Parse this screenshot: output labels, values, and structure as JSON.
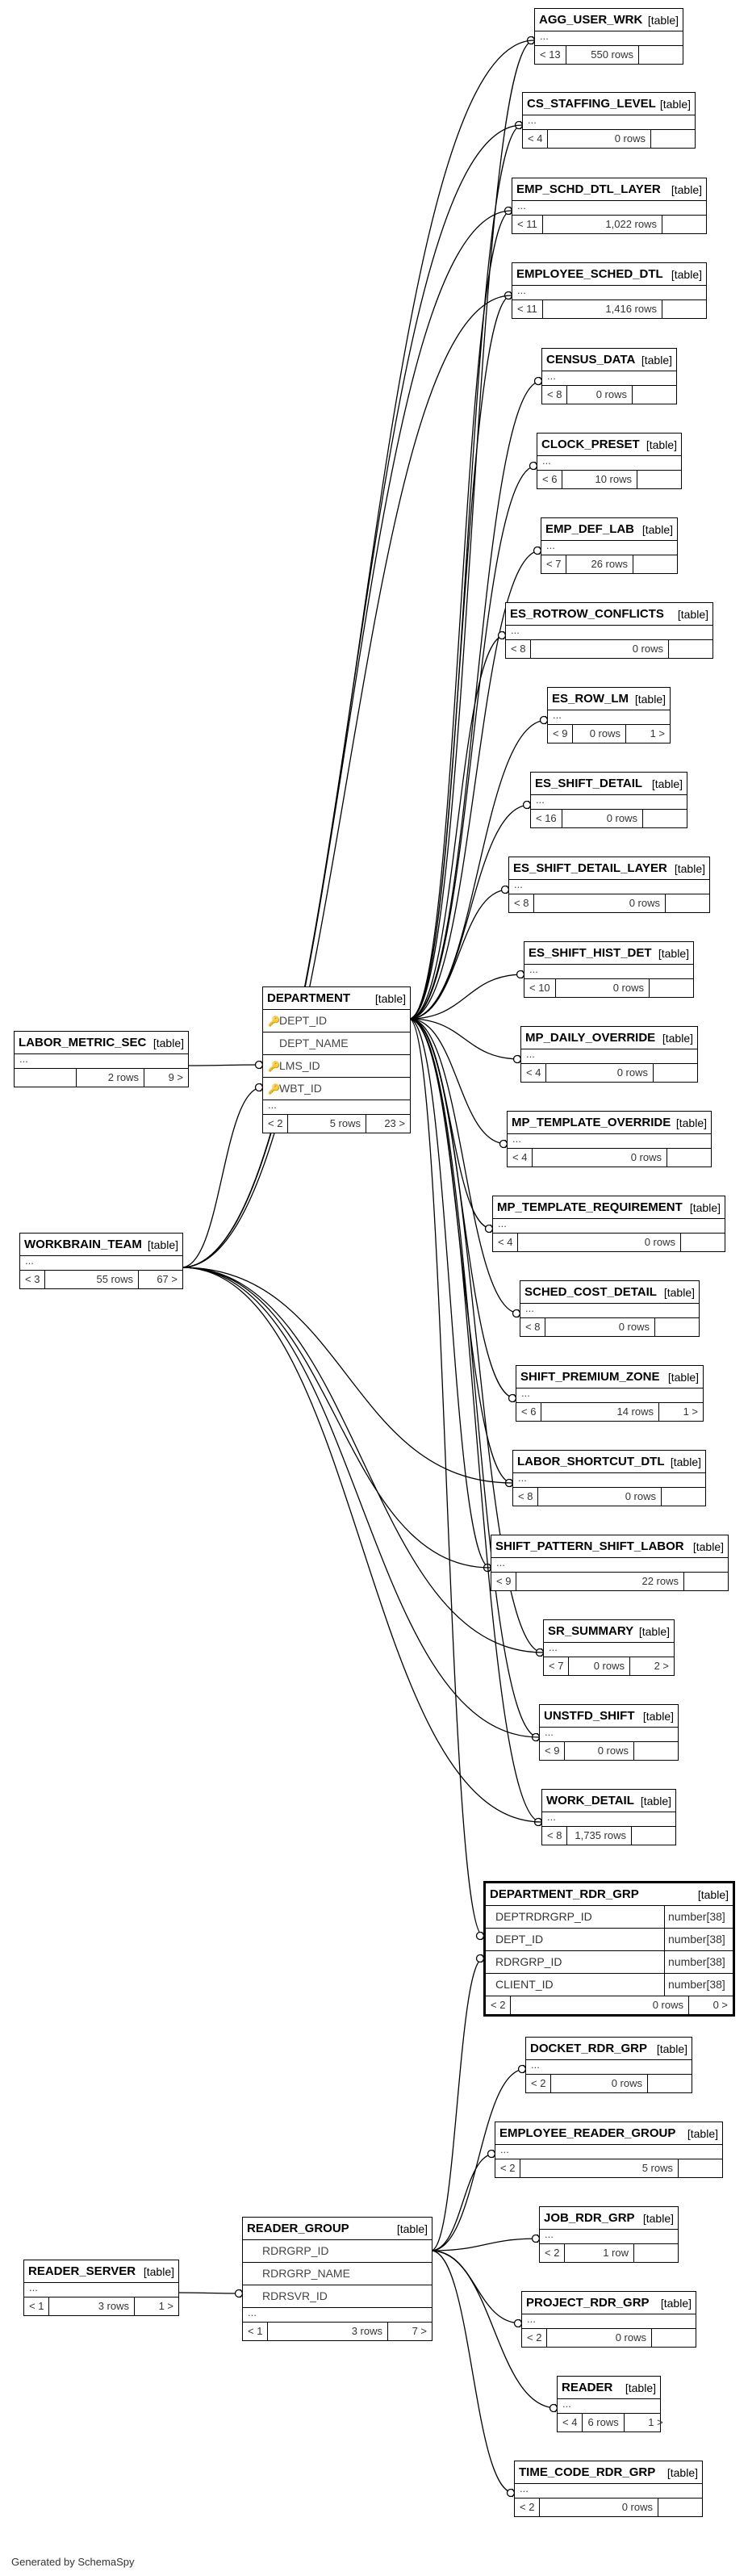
{
  "diagram": {
    "credit": "Generated by SchemaSpy",
    "tables": {
      "agg_user_wrk": {
        "name": "AGG_USER_WRK",
        "kind": "[table]",
        "dots": "...",
        "parents": "< 13",
        "rows": "550 rows",
        "children": ""
      },
      "cs_staffing_level": {
        "name": "CS_STAFFING_LEVEL",
        "kind": "[table]",
        "dots": "...",
        "parents": "< 4",
        "rows": "0 rows",
        "children": ""
      },
      "emp_schd_dtl_layer": {
        "name": "EMP_SCHD_DTL_LAYER",
        "kind": "[table]",
        "dots": "...",
        "parents": "< 11",
        "rows": "1,022 rows",
        "children": ""
      },
      "employee_sched_dtl": {
        "name": "EMPLOYEE_SCHED_DTL",
        "kind": "[table]",
        "dots": "...",
        "parents": "< 11",
        "rows": "1,416 rows",
        "children": ""
      },
      "census_data": {
        "name": "CENSUS_DATA",
        "kind": "[table]",
        "dots": "...",
        "parents": "< 8",
        "rows": "0 rows",
        "children": ""
      },
      "clock_preset": {
        "name": "CLOCK_PRESET",
        "kind": "[table]",
        "dots": "...",
        "parents": "< 6",
        "rows": "10 rows",
        "children": ""
      },
      "emp_def_lab": {
        "name": "EMP_DEF_LAB",
        "kind": "[table]",
        "dots": "...",
        "parents": "< 7",
        "rows": "26 rows",
        "children": ""
      },
      "es_rotrow_conflicts": {
        "name": "ES_ROTROW_CONFLICTS",
        "kind": "[table]",
        "dots": "...",
        "parents": "< 8",
        "rows": "0 rows",
        "children": ""
      },
      "es_row_lm": {
        "name": "ES_ROW_LM",
        "kind": "[table]",
        "dots": "...",
        "parents": "< 9",
        "rows": "0 rows",
        "children": "1 >"
      },
      "es_shift_detail": {
        "name": "ES_SHIFT_DETAIL",
        "kind": "[table]",
        "dots": "...",
        "parents": "< 16",
        "rows": "0 rows",
        "children": ""
      },
      "es_shift_detail_layer": {
        "name": "ES_SHIFT_DETAIL_LAYER",
        "kind": "[table]",
        "dots": "...",
        "parents": "< 8",
        "rows": "0 rows",
        "children": ""
      },
      "es_shift_hist_det": {
        "name": "ES_SHIFT_HIST_DET",
        "kind": "[table]",
        "dots": "...",
        "parents": "< 10",
        "rows": "0 rows",
        "children": ""
      },
      "mp_daily_override": {
        "name": "MP_DAILY_OVERRIDE",
        "kind": "[table]",
        "dots": "...",
        "parents": "< 4",
        "rows": "0 rows",
        "children": ""
      },
      "mp_template_override": {
        "name": "MP_TEMPLATE_OVERRIDE",
        "kind": "[table]",
        "dots": "...",
        "parents": "< 4",
        "rows": "0 rows",
        "children": ""
      },
      "mp_template_requirement": {
        "name": "MP_TEMPLATE_REQUIREMENT",
        "kind": "[table]",
        "dots": "...",
        "parents": "< 4",
        "rows": "0 rows",
        "children": ""
      },
      "sched_cost_detail": {
        "name": "SCHED_COST_DETAIL",
        "kind": "[table]",
        "dots": "...",
        "parents": "< 8",
        "rows": "0 rows",
        "children": ""
      },
      "shift_premium_zone": {
        "name": "SHIFT_PREMIUM_ZONE",
        "kind": "[table]",
        "dots": "...",
        "parents": "< 6",
        "rows": "14 rows",
        "children": "1 >"
      },
      "labor_shortcut_dtl": {
        "name": "LABOR_SHORTCUT_DTL",
        "kind": "[table]",
        "dots": "...",
        "parents": "< 8",
        "rows": "0 rows",
        "children": ""
      },
      "shift_pattern_shift_labor": {
        "name": "SHIFT_PATTERN_SHIFT_LABOR",
        "kind": "[table]",
        "dots": "...",
        "parents": "< 9",
        "rows": "22 rows",
        "children": ""
      },
      "sr_summary": {
        "name": "SR_SUMMARY",
        "kind": "[table]",
        "dots": "...",
        "parents": "< 7",
        "rows": "0 rows",
        "children": "2 >"
      },
      "unstfd_shift": {
        "name": "UNSTFD_SHIFT",
        "kind": "[table]",
        "dots": "...",
        "parents": "< 9",
        "rows": "0 rows",
        "children": ""
      },
      "work_detail": {
        "name": "WORK_DETAIL",
        "kind": "[table]",
        "dots": "...",
        "parents": "< 8",
        "rows": "1,735 rows",
        "children": ""
      },
      "docket_rdr_grp": {
        "name": "DOCKET_RDR_GRP",
        "kind": "[table]",
        "dots": "...",
        "parents": "< 2",
        "rows": "0 rows",
        "children": ""
      },
      "employee_reader_group": {
        "name": "EMPLOYEE_READER_GROUP",
        "kind": "[table]",
        "dots": "...",
        "parents": "< 2",
        "rows": "5 rows",
        "children": ""
      },
      "job_rdr_grp": {
        "name": "JOB_RDR_GRP",
        "kind": "[table]",
        "dots": "...",
        "parents": "< 2",
        "rows": "1 row",
        "children": ""
      },
      "project_rdr_grp": {
        "name": "PROJECT_RDR_GRP",
        "kind": "[table]",
        "dots": "...",
        "parents": "< 2",
        "rows": "0 rows",
        "children": ""
      },
      "reader": {
        "name": "READER",
        "kind": "[table]",
        "dots": "...",
        "parents": "< 4",
        "rows": "6 rows",
        "children": "1 >"
      },
      "time_code_rdr_grp": {
        "name": "TIME_CODE_RDR_GRP",
        "kind": "[table]",
        "dots": "...",
        "parents": "< 2",
        "rows": "0 rows",
        "children": ""
      },
      "labor_metric_sec": {
        "name": "LABOR_METRIC_SEC",
        "kind": "[table]",
        "dots": "...",
        "parents": "",
        "rows": "2 rows",
        "children": "9 >"
      },
      "workbrain_team": {
        "name": "WORKBRAIN_TEAM",
        "kind": "[table]",
        "dots": "...",
        "parents": "< 3",
        "rows": "55 rows",
        "children": "67 >"
      },
      "reader_server": {
        "name": "READER_SERVER",
        "kind": "[table]",
        "dots": "...",
        "parents": "< 1",
        "rows": "3 rows",
        "children": "1 >"
      }
    },
    "department": {
      "name": "DEPARTMENT",
      "kind": "[table]",
      "columns": [
        {
          "name": "DEPT_ID",
          "key": "pk"
        },
        {
          "name": "DEPT_NAME",
          "key": ""
        },
        {
          "name": "LMS_ID",
          "key": "fk"
        },
        {
          "name": "WBT_ID",
          "key": "fk"
        }
      ],
      "dots": "...",
      "parents": "< 2",
      "rows": "5 rows",
      "children": "23 >"
    },
    "reader_group": {
      "name": "READER_GROUP",
      "kind": "[table]",
      "columns": [
        {
          "name": "RDRGRP_ID"
        },
        {
          "name": "RDRGRP_NAME"
        },
        {
          "name": "RDRSVR_ID"
        }
      ],
      "dots": "...",
      "parents": "< 1",
      "rows": "3 rows",
      "children": "7 >"
    },
    "department_rdr_grp": {
      "name": "DEPARTMENT_RDR_GRP",
      "kind": "[table]",
      "columns": [
        {
          "name": "DEPTRDRGRP_ID",
          "type": "number[38]"
        },
        {
          "name": "DEPT_ID",
          "type": "number[38]"
        },
        {
          "name": "RDRGRP_ID",
          "type": "number[38]"
        },
        {
          "name": "CLIENT_ID",
          "type": "number[38]"
        }
      ],
      "parents": "< 2",
      "rows": "0 rows",
      "children": "0 >"
    }
  }
}
